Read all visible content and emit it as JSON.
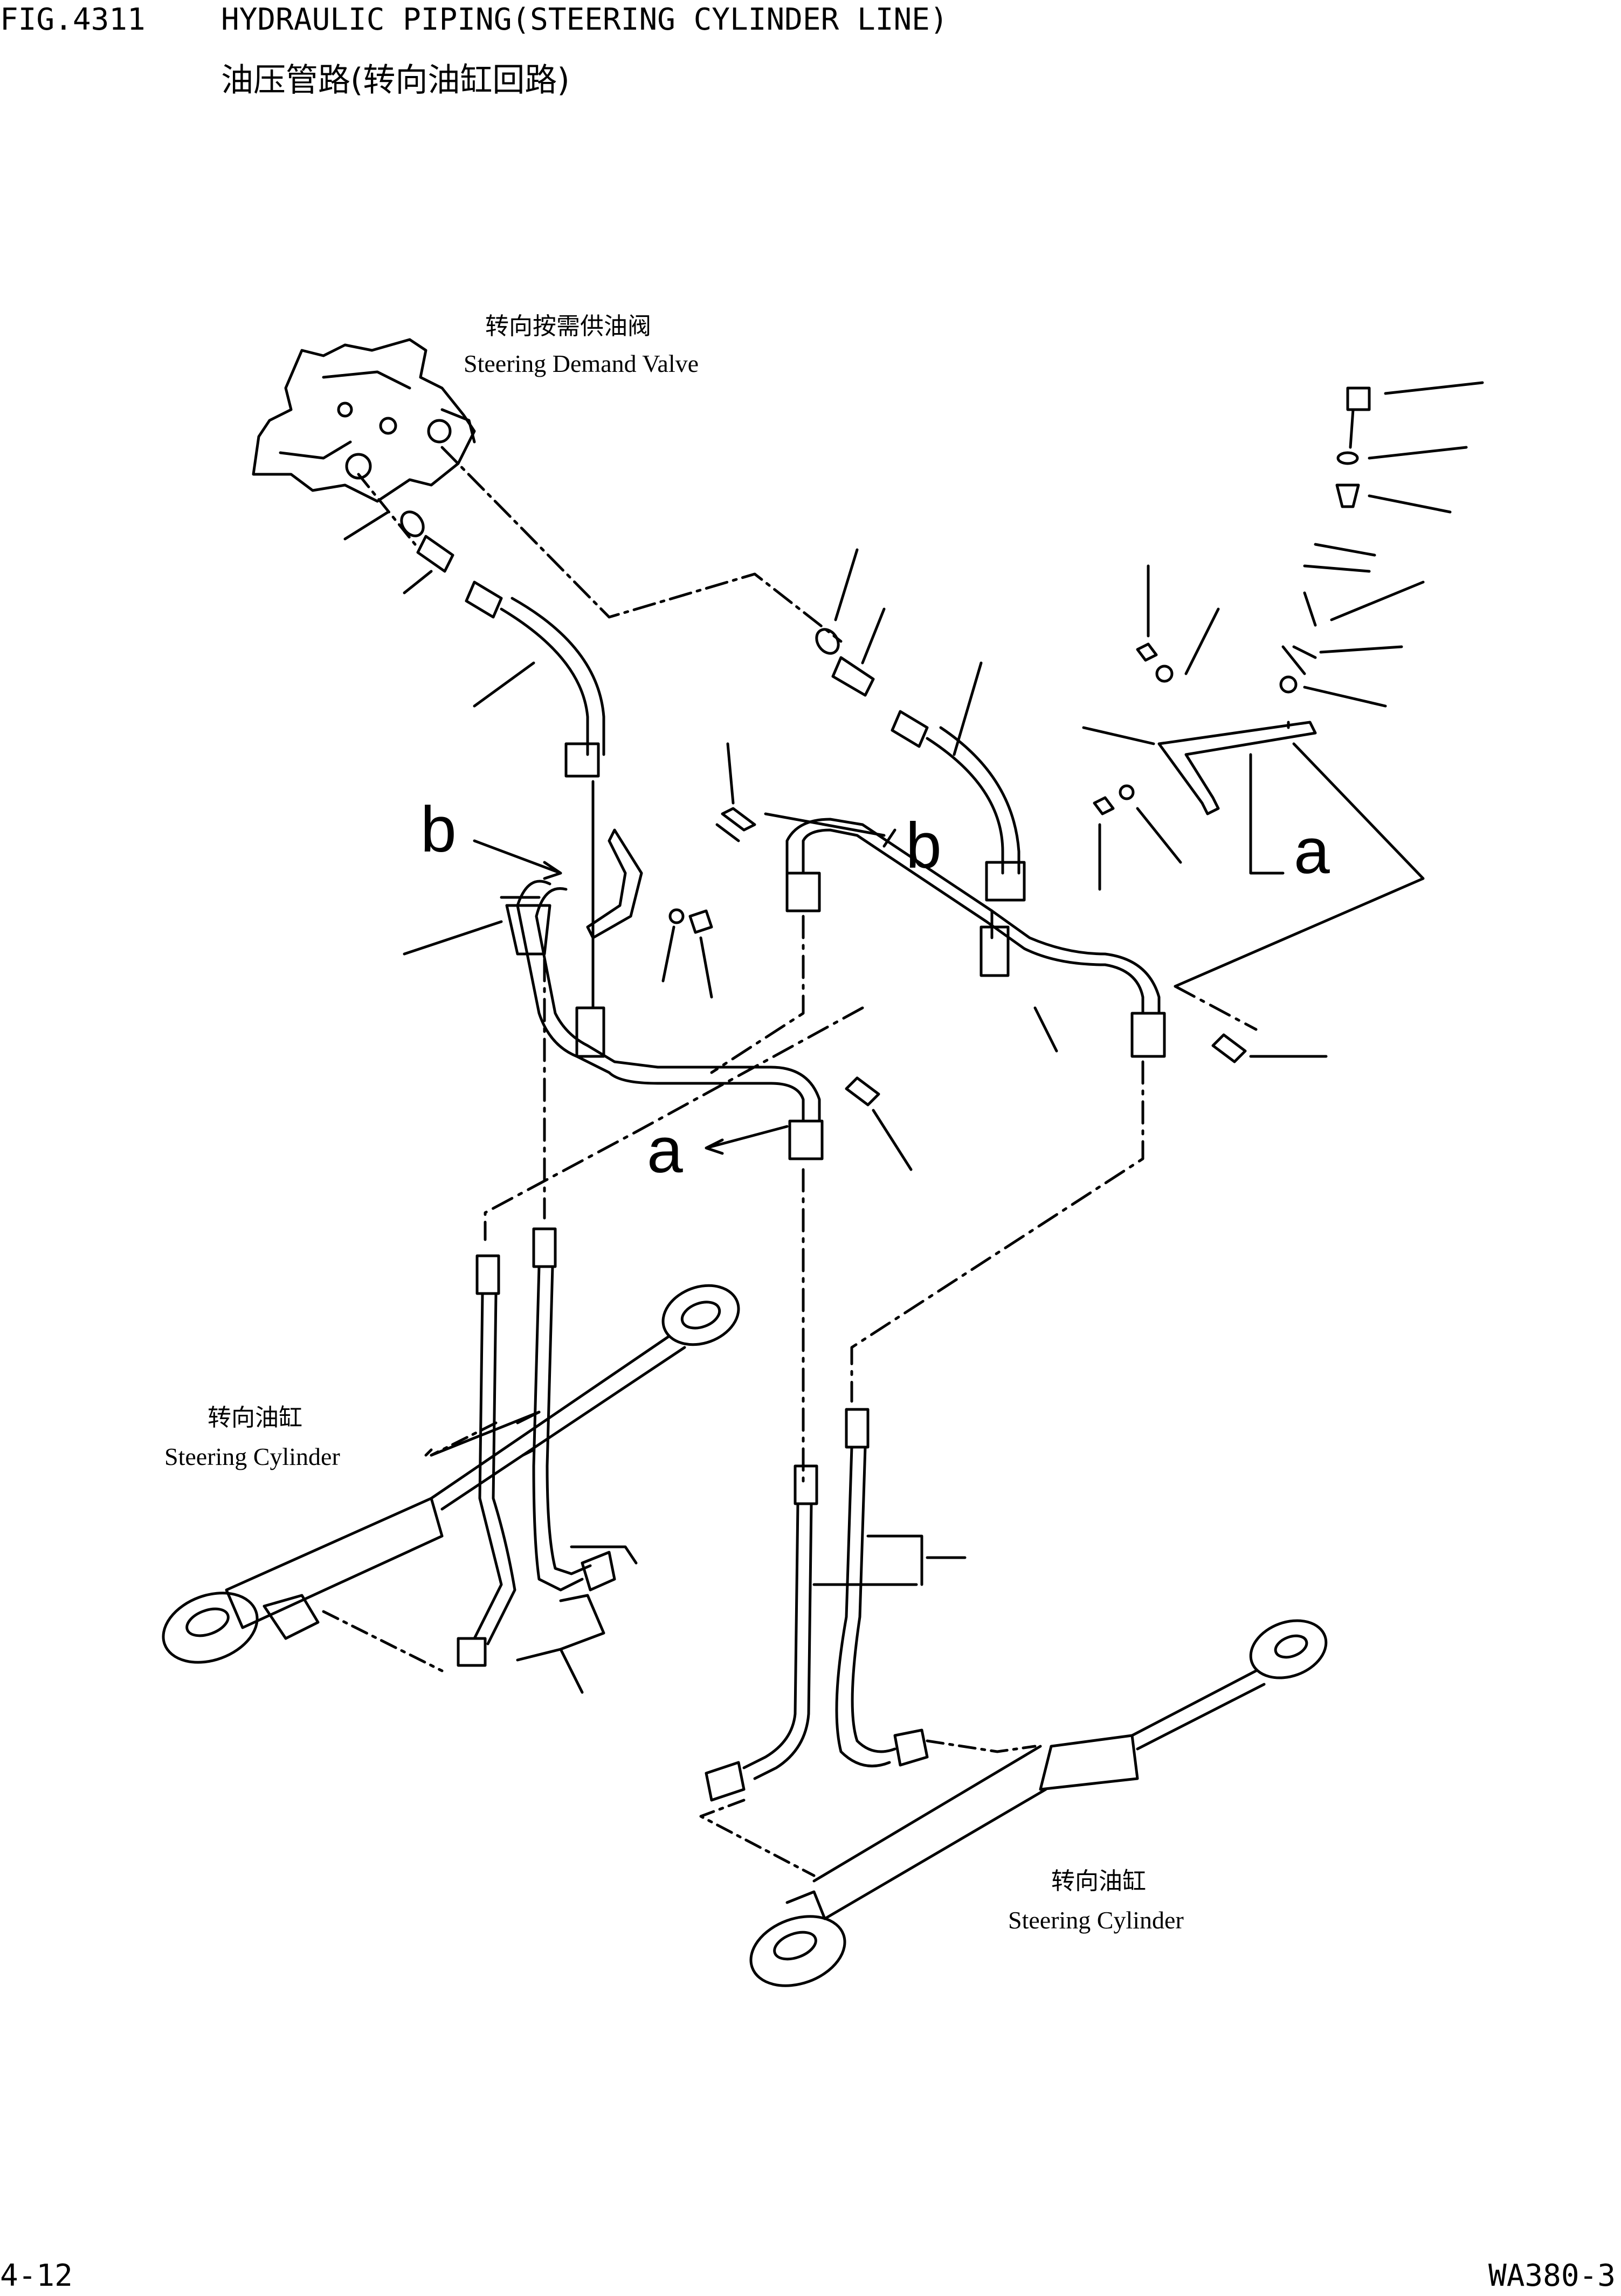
{
  "header": {
    "fig_no": "FIG.4311",
    "title_en": "HYDRAULIC PIPING(STEERING CYLINDER LINE)",
    "title_zh": "油压管路(转向油缸回路)"
  },
  "labels": {
    "valve_zh": "转向按需供油阀",
    "valve_en": "Steering Demand Valve",
    "cyl_left_zh": "转向油缸",
    "cyl_left_en": "Steering Cylinder",
    "cyl_right_zh": "转向油缸",
    "cyl_right_en": "Steering Cylinder"
  },
  "refs": {
    "a": "a",
    "b": "b"
  },
  "footer": {
    "page_no": "4-12",
    "model_no": "WA380-3"
  }
}
